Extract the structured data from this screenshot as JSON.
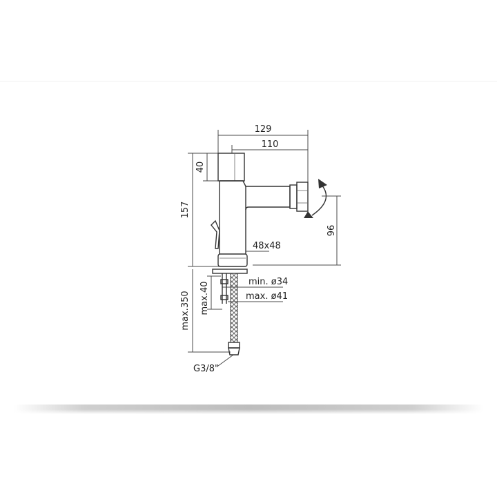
{
  "drawing": {
    "dims": {
      "overall_width": "129",
      "spout_width": "110",
      "handle_height": "40",
      "total_height": "157",
      "spout_height": "96",
      "base_size": "48x48",
      "min_hole": "min. ø34",
      "max_hole": "max. ø41",
      "max_thickness": "max.40",
      "max_hose": "max.350",
      "connection": "G3/8\""
    },
    "colors": {
      "line": "#4a4a4a",
      "text": "#222222",
      "background": "#ffffff"
    },
    "icons": {
      "swivel_arrow": "curved-double-arrow-icon"
    }
  }
}
